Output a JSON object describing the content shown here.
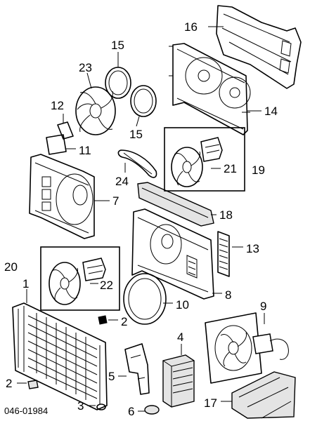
{
  "diagram": {
    "drawing_code": "046-01984",
    "callouts": {
      "p1": "1",
      "p2a": "2",
      "p2b": "2",
      "p3": "3",
      "p4": "4",
      "p5": "5",
      "p6": "6",
      "p8": "8",
      "p9": "9",
      "p10": "10",
      "p11": "11",
      "p12": "12",
      "p13": "13",
      "p14": "14",
      "p15a": "15",
      "p15b": "15",
      "p16": "16",
      "p17": "17",
      "p18": "18",
      "p19": "19",
      "p20": "20",
      "p21": "21",
      "p22": "22",
      "p23": "23",
      "p24": "24",
      "p7": "7"
    }
  }
}
